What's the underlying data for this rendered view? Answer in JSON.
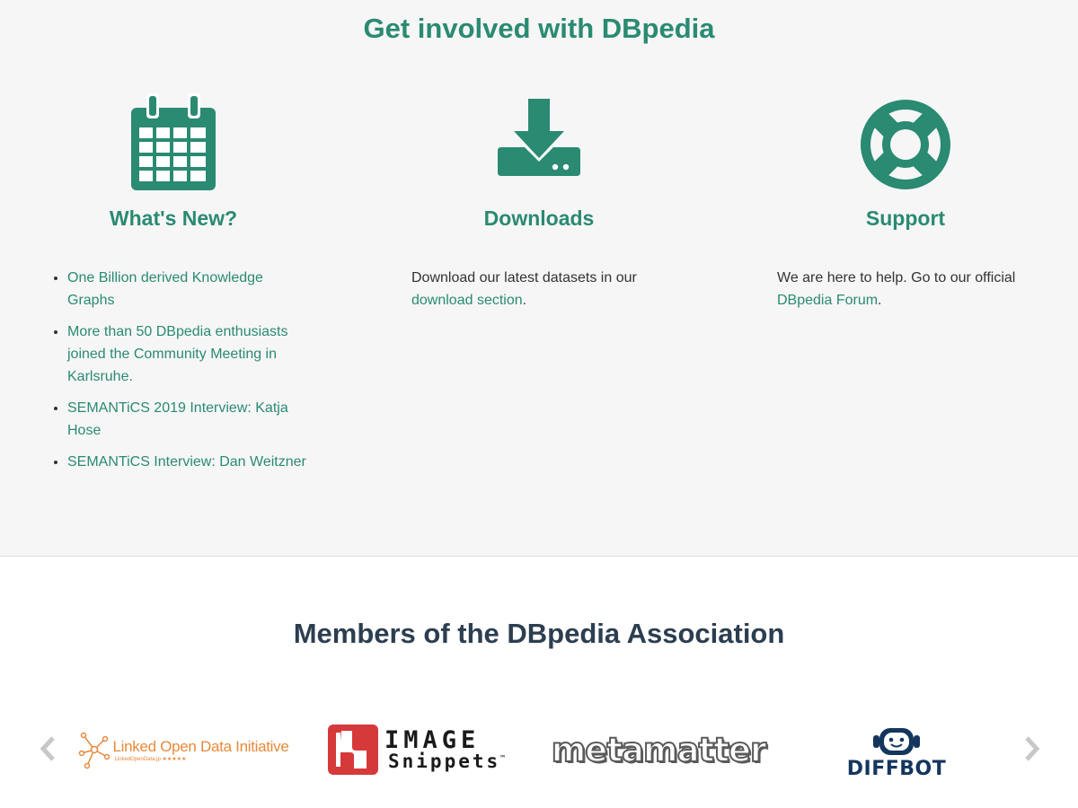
{
  "involved": {
    "title": "Get involved with DBpedia",
    "whats_new": {
      "heading": "What's New?",
      "items": [
        "One Billion derived Knowledge Graphs",
        "More than 50 DBpedia enthusiasts joined the Community Meeting in Karlsruhe.",
        "SEMANTiCS 2019 Interview: Katja Hose",
        "SEMANTiCS Interview: Dan Weitzner"
      ]
    },
    "downloads": {
      "heading": "Downloads",
      "text": "Download our latest datasets in our ",
      "link": "download section",
      "suffix": "."
    },
    "support": {
      "heading": "Support",
      "text": "We are here to help. Go to our official ",
      "link": "DBpedia Forum",
      "suffix": "."
    }
  },
  "members": {
    "title": "Members of the DBpedia Association",
    "logos": {
      "lodi": {
        "name": "Linked Open Data Initiative",
        "sub": "LinkedOpenData.jp ★★★★★"
      },
      "image_snippets": {
        "line1": "IMAGE",
        "line2": "Snippets",
        "tm": "™"
      },
      "metamatter": {
        "name": "metamatter"
      },
      "diffbot": {
        "name": "DIFFBOT"
      }
    }
  },
  "colors": {
    "accent": "#2a8a72",
    "heading_dark": "#2c3e50",
    "section_bg": "#f6f6f6",
    "lodi_orange": "#e8893a",
    "image_snippets_red": "#d6393a",
    "diffbot_navy": "#14365e"
  },
  "icons": {
    "whats_new": "calendar-icon",
    "downloads": "download-icon",
    "support": "lifebuoy-icon",
    "prev": "chevron-left-icon",
    "next": "chevron-right-icon"
  }
}
